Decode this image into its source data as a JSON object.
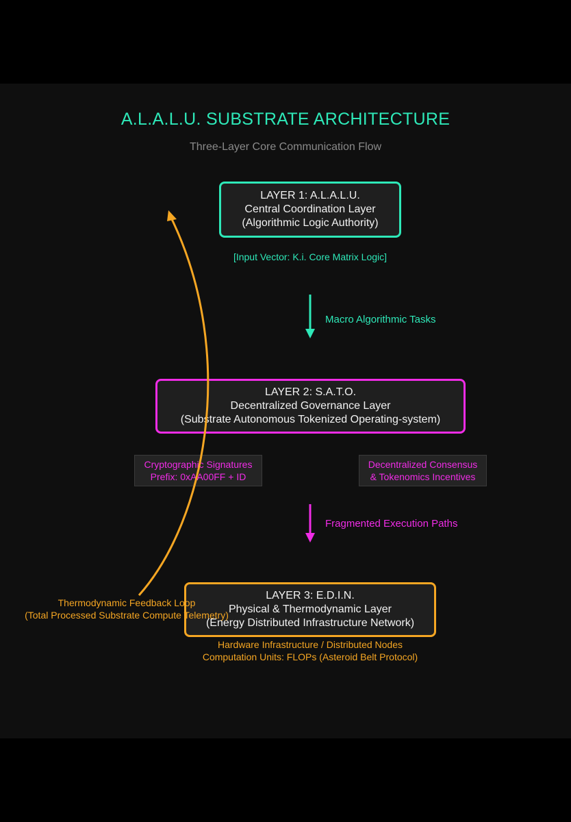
{
  "diagram": {
    "title": "A.L.A.L.U. SUBSTRATE ARCHITECTURE",
    "subtitle": "Three-Layer Core Communication Flow",
    "layers": [
      {
        "line1": "LAYER 1: A.L.A.L.U.",
        "line2": "Central Coordination Layer",
        "line3": "(Algorithmic Logic Authority)",
        "color": "#2ee8b8"
      },
      {
        "line1": "LAYER 2: S.A.T.O.",
        "line2": "Decentralized Governance Layer",
        "line3": "(Substrate Autonomous Tokenized Operating-system)",
        "color": "#f02ce6"
      },
      {
        "line1": "LAYER 3: E.D.I.N.",
        "line2": "Physical & Thermodynamic Layer",
        "line3": "(Energy Distributed Infrastructure Network)",
        "color": "#f5a623"
      }
    ],
    "input_note": "[Input Vector: K.i. Core Matrix Logic]",
    "flows": {
      "macro": "Macro Algorithmic Tasks",
      "fragmented": "Fragmented Execution Paths"
    },
    "tags": {
      "crypto_line1": "Cryptographic Signatures",
      "crypto_line2": "Prefix: 0xAA00FF + ID",
      "consensus_line1": "Decentralized Consensus",
      "consensus_line2": "& Tokenomics Incentives"
    },
    "hardware_note": {
      "line1": "Hardware Infrastructure / Distributed Nodes",
      "line2": "Computation Units: FLOPs (Asteroid Belt Protocol)"
    },
    "feedback": {
      "line1": "Thermodynamic Feedback Loop",
      "line2": "(Total Processed Substrate Compute Telemetry)"
    },
    "colors": {
      "layer1": "#2ee8b8",
      "layer2": "#f02ce6",
      "layer3": "#f5a623",
      "background": "#0f0f0f"
    }
  }
}
